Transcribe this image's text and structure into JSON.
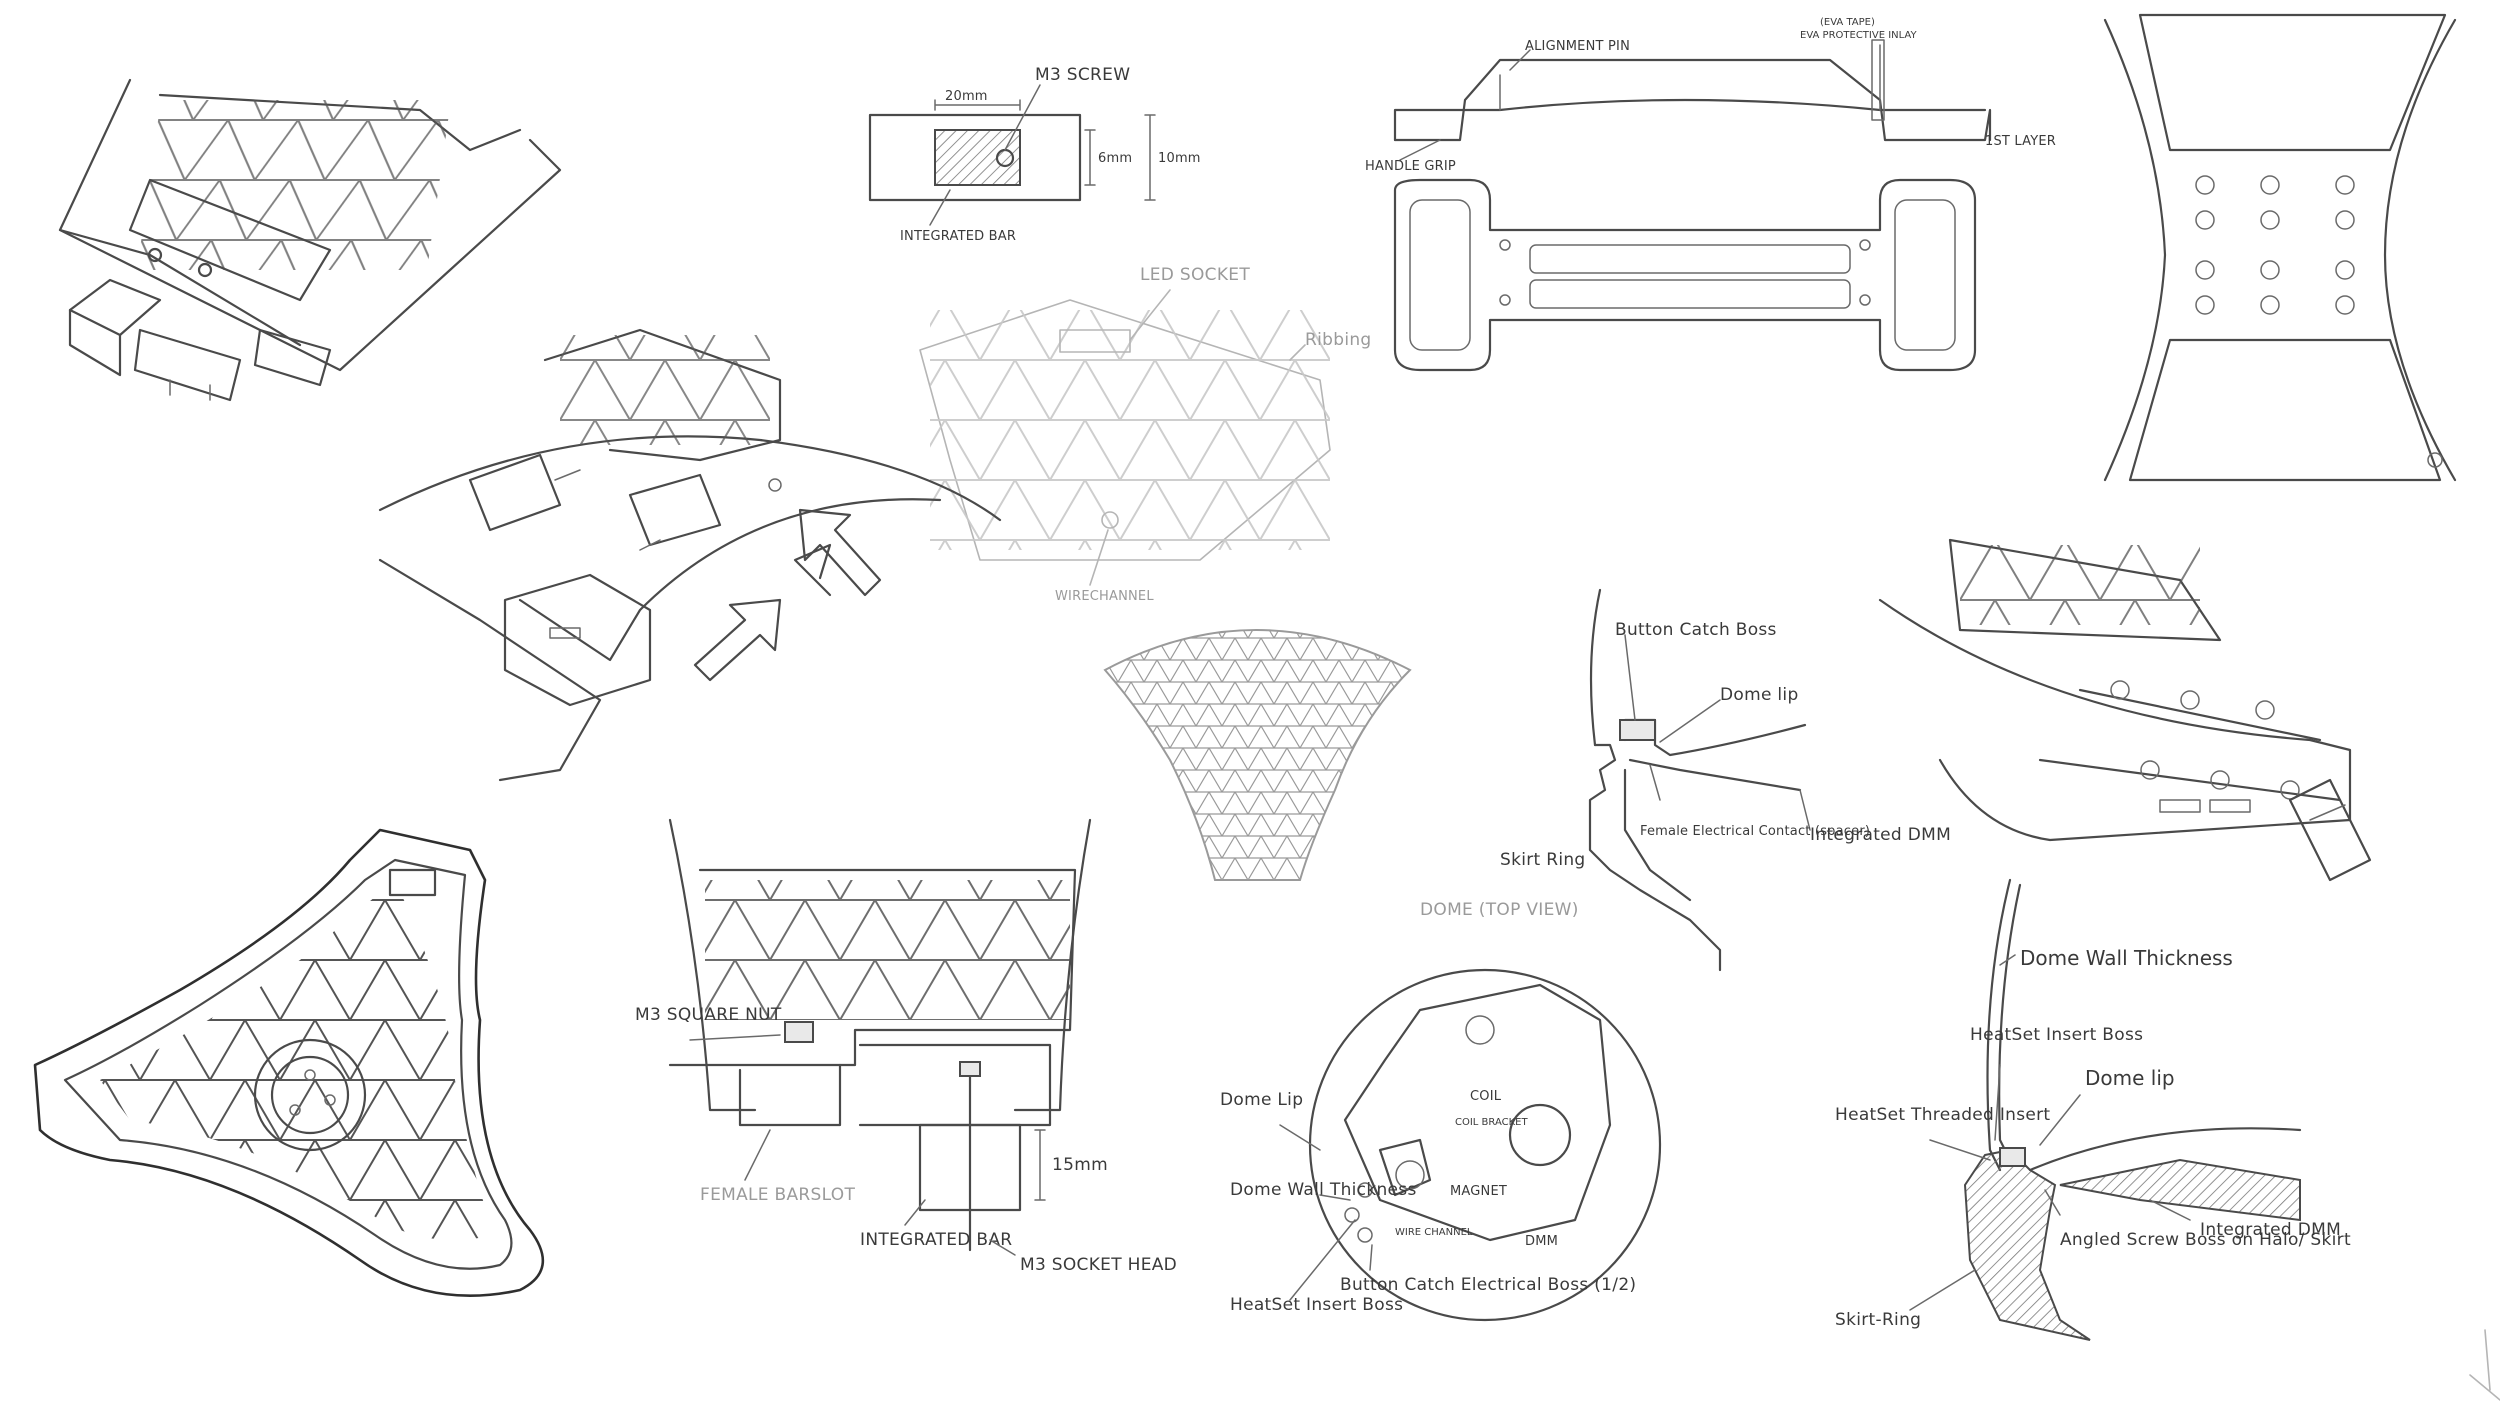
{
  "labels": {
    "m3_screw": "M3 SCREW",
    "dim_20mm": "20mm",
    "dim_6mm": "6mm",
    "dim_10mm": "10mm",
    "integrated_bar_top": "INTEGRATED BAR",
    "led_socket": "LED SOCKET",
    "ribbing": "Ribbing",
    "wire_channel_top": "WIRECHANNEL",
    "alignment_pin": "ALIGNMENT PIN",
    "eva_tape": "(EVA TAPE)",
    "eva_note": "EVA PROTECTIVE INLAY",
    "handle_grip": "HANDLE GRIP",
    "first_layer": "1ST LAYER",
    "button_catch_boss": "Button Catch Boss",
    "dome_lip_mid": "Dome lip",
    "integrated_dmm_mid": "Integrated DMM",
    "skirt_ring_mid": "Skirt Ring",
    "female_contact": "Female Electrical Contact (spacer)",
    "dome_top_view": "DOME (TOP VIEW)",
    "m3_square_nut": "M3 SQUARE NUT",
    "female_bar_slot": "FEMALE BARSLOT",
    "integrated_bar_bottom": "INTEGRATED BAR",
    "dim_15mm": "15mm",
    "m3_socket_head": "M3 SOCKET HEAD",
    "dome_lip_left": "Dome Lip",
    "dome_wall_thickness_left": "Dome Wall Thickness",
    "heatset_insert_boss_left": "HeatSet Insert Boss",
    "button_catch_electrical": "Button Catch Electrical Boss (1/2)",
    "coil": "COIL",
    "coil_bracket": "COIL BRACKET",
    "magnet": "MAGNET",
    "wire_channel_small": "WIRE CHANNEL",
    "dmm": "DMM",
    "dome_wall_thickness_right": "Dome Wall Thickness",
    "heatset_insert_boss_right": "HeatSet Insert Boss",
    "dome_lip_right": "Dome lip",
    "heatset_threaded_insert": "HeatSet Threaded Insert",
    "integrated_dmm_right": "Integrated DMM",
    "angled_screw_boss": "Angled Screw Boss on Halo/ Skirt",
    "skirt_ring_right": "Skirt-Ring"
  },
  "colors": {
    "paper": "#ffffff",
    "pencil": "#4a4a4a",
    "pencil_faint": "#b5b5b5",
    "hatch": "#e9e9e9"
  },
  "icons": {
    "arrows": "hollow-arrow-icon"
  }
}
